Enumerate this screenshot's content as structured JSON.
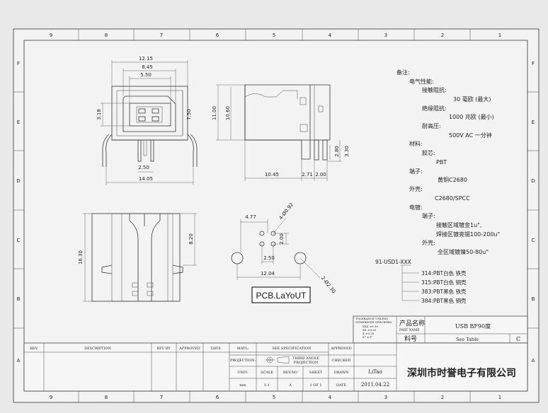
{
  "frame": {
    "cols_top": [
      "9",
      "8",
      "7",
      "6",
      "5",
      "4",
      "3",
      "2",
      "1"
    ],
    "cols_bottom": [
      "9",
      "8",
      "7",
      "6",
      "5",
      "4",
      "3",
      "2",
      "1"
    ],
    "rows_left": [
      "F",
      "E",
      "D",
      "C",
      "B",
      "A"
    ],
    "rows_right": [
      "F",
      "E",
      "D",
      "C",
      "B",
      "A"
    ]
  },
  "front_view": {
    "dims": [
      "12.15",
      "8.45",
      "5.50",
      "3.18",
      "7.50",
      "2.50",
      "14.05"
    ]
  },
  "side_view": {
    "dims": [
      "11.00",
      "10.60",
      "2.80",
      "3.30",
      "10.45",
      "2.71",
      "2.00"
    ]
  },
  "pcb": {
    "dims": [
      "4.77",
      "4-Ø0.92",
      "2.00",
      "2.50",
      "12.04",
      "2-Ø2.30",
      "8.20",
      "16.30"
    ],
    "label": "PCB.LaYoUT"
  },
  "notes": {
    "title": "备注:",
    "lines": [
      "电气性能:",
      "接触阻抗:",
      "30 毫欧 (最大)",
      "绝缘阻抗:",
      "1000 兆欧 (最小)",
      "耐高压:",
      "500V AC 一分钟",
      "材料:",
      "胶芯:",
      "PBT",
      "端子:",
      "黄铜C2680",
      "外壳:",
      "C2680/SPCC",
      "电镀:",
      "端子:",
      "接触区域镀金1u\",",
      "焊接区镀亮锡100-200u\"",
      "外壳:",
      "全区域镀镍50-80u\""
    ]
  },
  "part_code": {
    "code": "91-USD1-XXX",
    "options": [
      "314:PBT白色 铁壳",
      "315:PBT白色 铜壳",
      "383:PBT黑色 铁壳",
      "384:PBT黑色 铜壳"
    ]
  },
  "title_block": {
    "tolerance_lines": [
      "TOLERANCE UNLESS",
      "OTHERWISE SPECIFIED",
      "XXX ±0.10",
      "XX ±0.20",
      "X ±0.30",
      "X° ±3°"
    ],
    "product_name_label": "产品名称",
    "part_name_label": "PART NAME",
    "product_name": "USB BF90度",
    "material_no_label": "料号",
    "material_no": "See Table",
    "rev_letter": "C",
    "rev": "REV.",
    "description": "DESCRIPTION",
    "rev_by": "RFV BY",
    "approved": "APPROVED",
    "date": "DATE",
    "matl": "MATL:",
    "see_spec": "SEE SPECIFICATION",
    "approved2": "APPROVED",
    "projection": "PROJECTION:",
    "third_angle_1": "THIRD ANGLE",
    "third_angle_2": "PROJECTION",
    "checked": "CHECKED",
    "unit": "UNIT:",
    "scale": "SCALE",
    "rev_no": "REV.NO",
    "sheet": "SHEET",
    "drawn": "DRAWN",
    "drawn_by": "LiTao",
    "unit_val": "mm",
    "scale_val": "1:1",
    "rev_val": "A",
    "sheet_val": "1 OF 1",
    "date_label": "DATE",
    "date_val": "2011.04.22",
    "company": "深圳市时誉电子有限公司"
  }
}
